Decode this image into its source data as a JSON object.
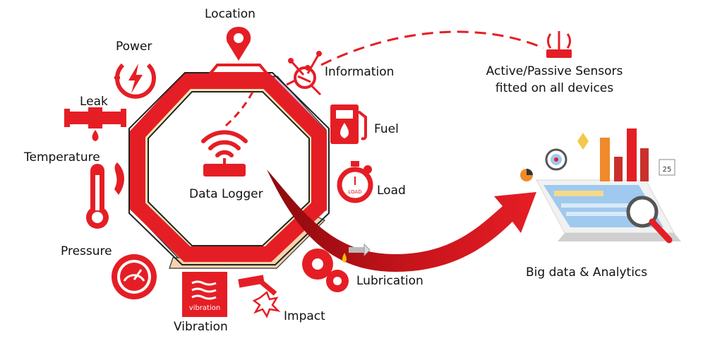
{
  "colors": {
    "accent": "#e51e25",
    "dark_red": "#8b0a0e",
    "ring_yellow": "#f1e7b5",
    "ring_lavender": "#c9c2e6",
    "ring_peach": "#f5d3ae",
    "bar_orange": "#f08a2a",
    "laptop_blue": "#9fc9ef"
  },
  "center": {
    "label": "Data Logger",
    "icon": "router-icon"
  },
  "sensors": [
    {
      "id": "location",
      "label": "Location",
      "icon": "map-pin-icon"
    },
    {
      "id": "power",
      "label": "Power",
      "icon": "power-icon"
    },
    {
      "id": "leak",
      "label": "Leak",
      "icon": "leaking-pipe-icon"
    },
    {
      "id": "temperature",
      "label": "Temperature",
      "icon": "thermometer-icon"
    },
    {
      "id": "pressure",
      "label": "Pressure",
      "icon": "pressure-gauge-icon"
    },
    {
      "id": "vibration",
      "label": "Vibration",
      "icon": "vibration-icon",
      "icon_text": "vibration"
    },
    {
      "id": "impact",
      "label": "Impact",
      "icon": "hammer-icon"
    },
    {
      "id": "lubrication",
      "label": "Lubrication",
      "icon": "gears-oil-icon"
    },
    {
      "id": "load",
      "label": "Load",
      "icon": "stopwatch-icon",
      "icon_text": "LOAD"
    },
    {
      "id": "fuel",
      "label": "Fuel",
      "icon": "fuel-pump-icon"
    },
    {
      "id": "information",
      "label": "Information",
      "icon": "network-icon"
    }
  ],
  "remote": {
    "line1": "Active/Passive Sensors",
    "line2": "fitted on all devices",
    "icon": "wireless-router-icon"
  },
  "analytics": {
    "label": "Big data & Analytics",
    "icon": "laptop-analytics-icon",
    "calendar_text": "25"
  }
}
